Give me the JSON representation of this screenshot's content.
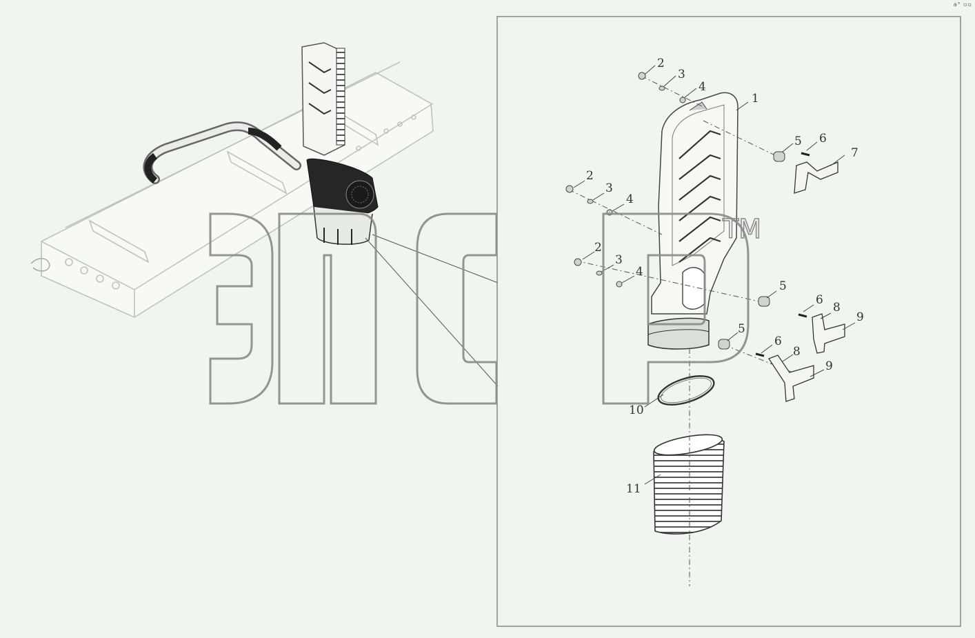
{
  "watermark": {
    "text": "эпср",
    "tm": "TM"
  },
  "corner_mark": "a° ▫▫",
  "callouts": [
    {
      "label": "1"
    },
    {
      "label": "2"
    },
    {
      "label": "3"
    },
    {
      "label": "4"
    },
    {
      "label": "5"
    },
    {
      "label": "6"
    },
    {
      "label": "7"
    },
    {
      "label": "2"
    },
    {
      "label": "3"
    },
    {
      "label": "4"
    },
    {
      "label": "2"
    },
    {
      "label": "3"
    },
    {
      "label": "4"
    },
    {
      "label": "5"
    },
    {
      "label": "6"
    },
    {
      "label": "8"
    },
    {
      "label": "9"
    },
    {
      "label": "5"
    },
    {
      "label": "6"
    },
    {
      "label": "8"
    },
    {
      "label": "9"
    },
    {
      "label": "10"
    },
    {
      "label": "11"
    }
  ],
  "colors": {
    "background": "#f1f5ef",
    "ink": "#333333",
    "frame_outline": "#bfc3bd",
    "watermark_stroke": "#8a8a8a",
    "panel_border": "#777777"
  }
}
